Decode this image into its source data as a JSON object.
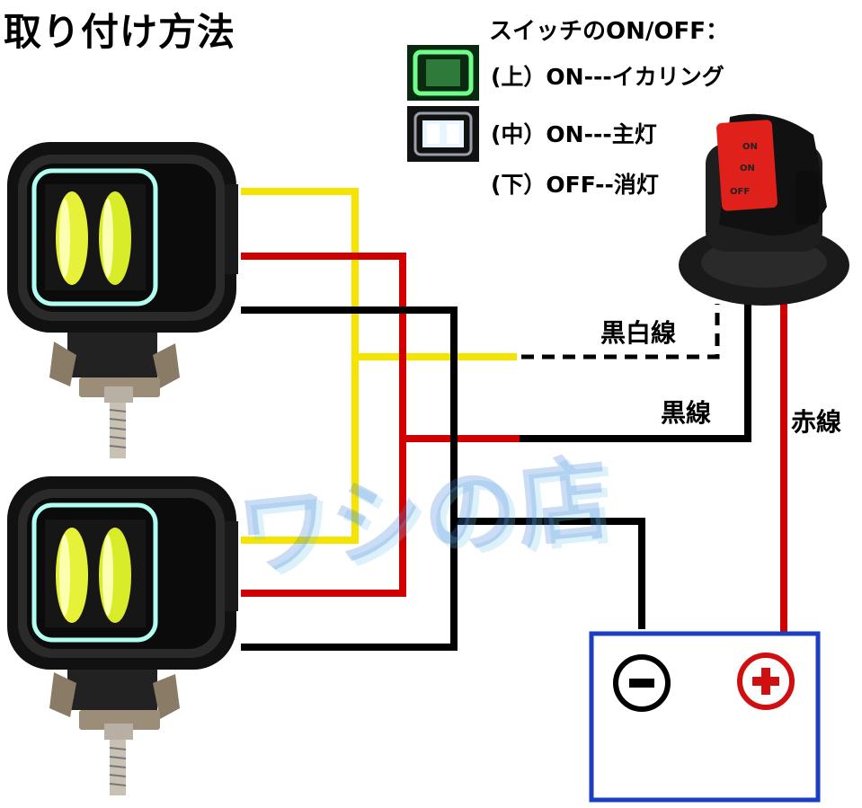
{
  "title": "取り付け方法",
  "switch_info": {
    "heading": "スイッチのON/OFF：",
    "modes": [
      {
        "text": "(上）ON---イカリング"
      },
      {
        "text": "(中）ON---主灯"
      },
      {
        "text": "(下）OFF--消灯"
      }
    ],
    "button_labels": [
      "ON",
      "ON",
      "OFF"
    ]
  },
  "wire_labels": {
    "black_white": "黒白線",
    "black": "黒線",
    "red": "赤線"
  },
  "battery": {
    "negative_symbol": "−",
    "positive_symbol": "+"
  },
  "watermark": "ワシの店",
  "colors": {
    "yellow_wire": "#f5e400",
    "red_wire": "#d00000",
    "black_wire": "#000000",
    "battery_outline": "#1a3fc4",
    "positive": "#d01010",
    "switch_button": "#e0201a",
    "halo_green": "#6fff8a"
  }
}
